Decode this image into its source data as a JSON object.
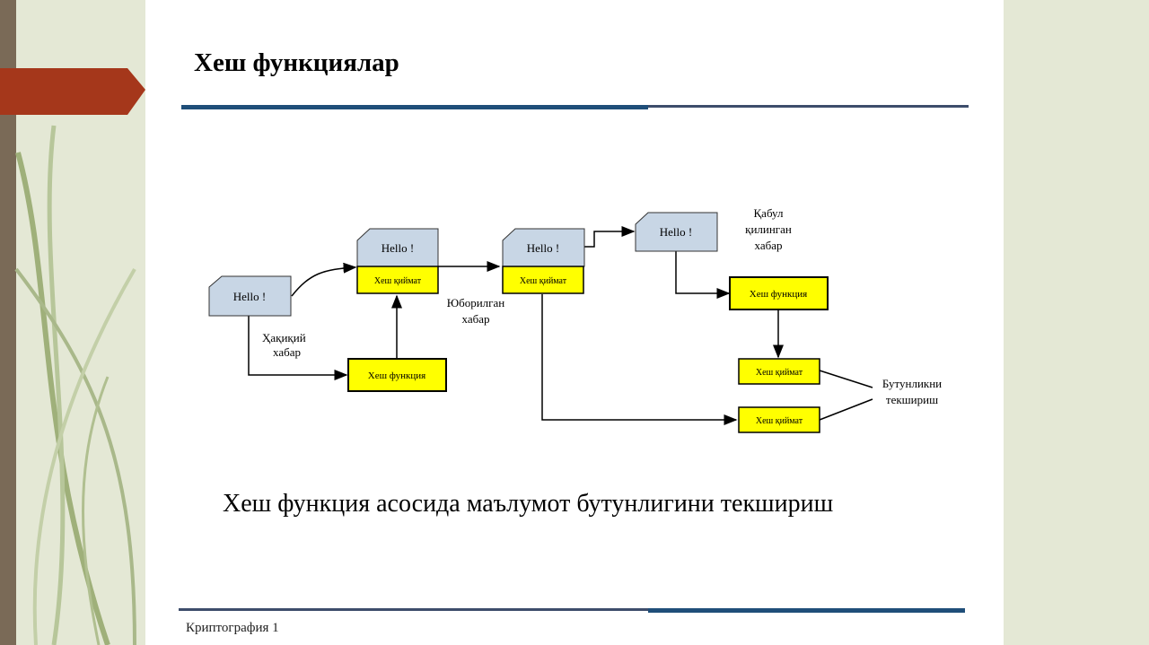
{
  "slide": {
    "title": "Хеш функциялар",
    "caption": "Хеш функция асосида маълумот бутунлигини текшириш",
    "footer": "Криптография 1"
  },
  "diagram": {
    "message": "Hello !",
    "hash_function": "Хеш функция",
    "hash_value": "Хеш қиймат",
    "label_original": [
      "Ҳақиқий",
      "хабар"
    ],
    "label_sent": [
      "Юборилган",
      "хабар"
    ],
    "label_received": [
      "Қабул",
      "қилинган",
      "хабар"
    ],
    "label_check": [
      "Бутунликни",
      "текшириш"
    ]
  },
  "colors": {
    "message_fill": "#c8d6e5",
    "hash_fill": "#ffff00",
    "accent_tab": "#a5371b",
    "rule_blue": "#1f4e79"
  }
}
